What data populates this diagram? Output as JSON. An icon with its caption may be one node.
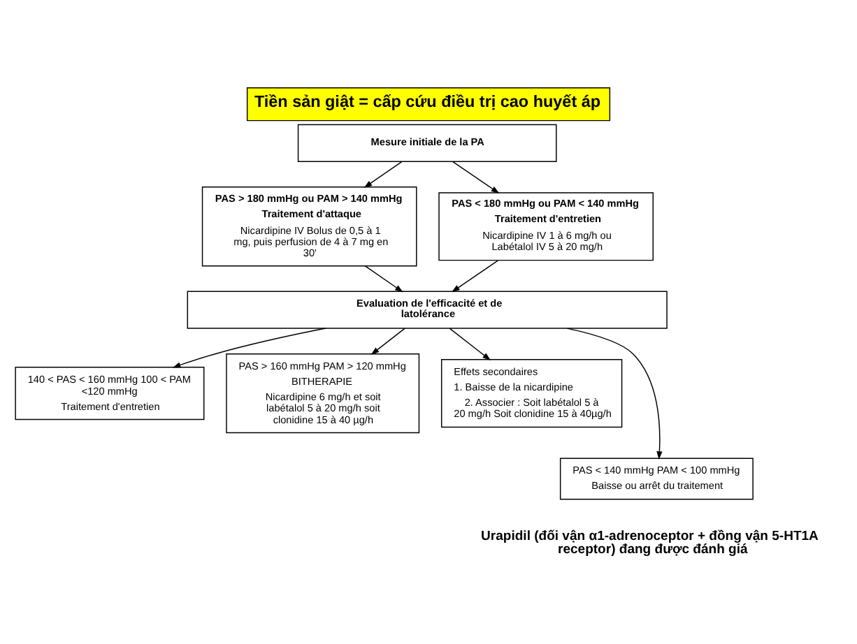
{
  "diagram": {
    "title": "Tiền sản giật = cấp cứu điều trị cao huyết áp",
    "caption": "Urapidil (đối vận α1-adrenoceptor + đồng vận 5-HT1A receptor) đang được đánh giá",
    "nodes": [
      {
        "text": [
          "Mesure initiale de la PA"
        ]
      },
      {
        "text": [
          "PAS > 180 mmHg ou PAM > 140 mmHg",
          "Traitement d'attaque",
          "Nicardipine IV Bolus de 0,5 à 1 mg, puis perfusion de 4 à 7 mg en 30'"
        ]
      },
      {
        "text": [
          "PAS < 180 mmHg ou PAM < 140 mmHg",
          "Traitement d'entretien",
          "Nicardipine IV 1 à 6 mg/h ou Labétalol IV 5 à 20 mg/h"
        ]
      },
      {
        "text": [
          "Evaluation de l'efficacité et de latolérance"
        ]
      },
      {
        "text": [
          "140 < PAS < 160 mmHg 100 < PAM <120 mmHg",
          "Traitement d'entretien"
        ]
      },
      {
        "text": [
          "PAS > 160 mmHg PAM > 120 mmHg",
          "BITHERAPIE",
          "Nicardipine 6 mg/h et soit labétalol 5 à 20 mg/h soit clonidine 15 à 40 µg/h"
        ]
      },
      {
        "text": [
          "Effets secondaires",
          "1. Baisse de la nicardipine",
          "2. Associer : Soit labétalol 5 à 20 mg/h Soit clonidine 15 à 40µg/h"
        ]
      },
      {
        "text": [
          "PAS < 140 mmHg PAM < 100 mmHg",
          "Baisse ou arrêt du traitement"
        ]
      }
    ],
    "edges": [
      {
        "from": 0,
        "to": 1,
        "arrow": "to"
      },
      {
        "from": 0,
        "to": 2,
        "arrow": "to"
      },
      {
        "from": 1,
        "to": 3,
        "arrow": "to"
      },
      {
        "from": 2,
        "to": 3,
        "arrow": "to"
      },
      {
        "from": 3,
        "to": 4,
        "arrow": "to"
      },
      {
        "from": 3,
        "to": 7,
        "arrow": "to"
      },
      {
        "from": 3,
        "to": 5,
        "arrow": "to"
      },
      {
        "from": 3,
        "to": 6,
        "arrow": "to"
      }
    ]
  }
}
